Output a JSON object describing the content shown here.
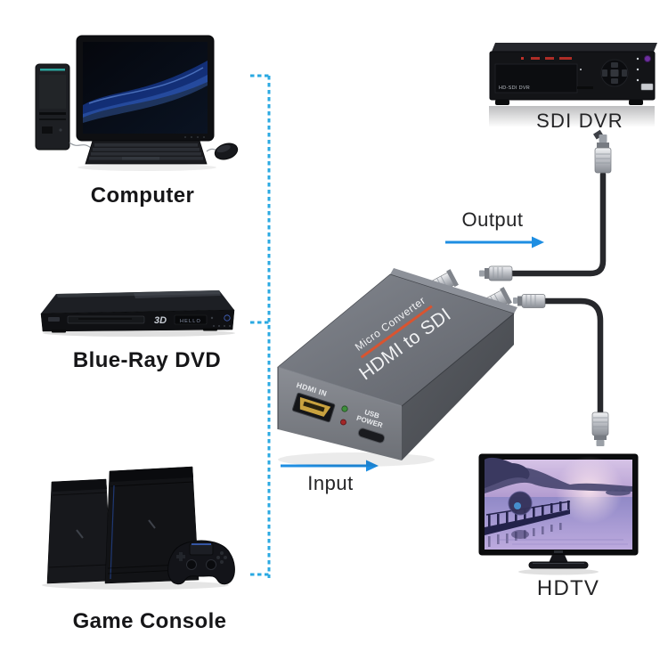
{
  "canvas": {
    "background": "#ffffff"
  },
  "labels": {
    "computer": "Computer",
    "blu_ray": "Blue-Ray DVD",
    "game_console": "Game Console",
    "sdi_dvr": "SDI DVR",
    "hdtv": "HDTV"
  },
  "flow": {
    "output": "Output",
    "input": "Input"
  },
  "converter": {
    "title": "Micro Converter",
    "subtitle": "HDMI to SDI",
    "hdmi_port": "HDMI IN",
    "usb_line1": "USB",
    "usb_line2": "POWER"
  },
  "device_text": {
    "dvr_front": "HD-SDI DVR",
    "dvd_logo": "3D",
    "dvd_display": "HELLO"
  },
  "colors": {
    "dashed_line": "#2aa9e2",
    "arrow": "#1e8ee2",
    "converter_accent": "#d95430",
    "label_text": "#161618"
  }
}
